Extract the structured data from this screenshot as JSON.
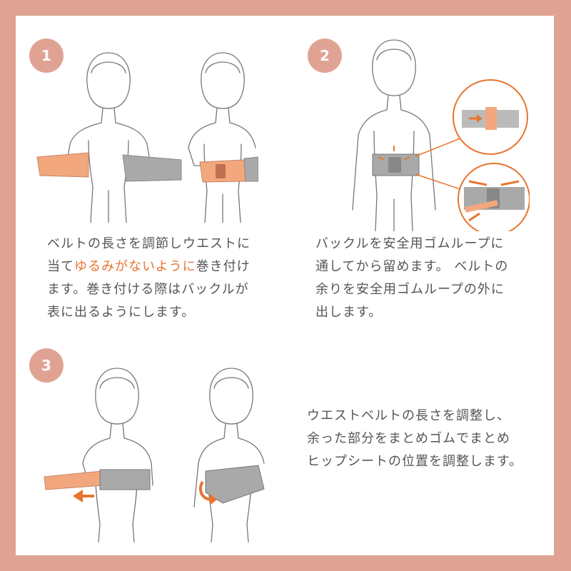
{
  "colors": {
    "background": "#e0a393",
    "accent": "#e8742f",
    "belt_orange": "#f2a77d",
    "belt_gray": "#a9a9a9",
    "text": "#555555"
  },
  "steps": [
    {
      "number": "1",
      "lines": [
        {
          "parts": [
            {
              "text": "ベルトの長さを調節しウエストに"
            }
          ]
        },
        {
          "parts": [
            {
              "text": "当て"
            },
            {
              "text": "ゆるみがないように",
              "highlight": true
            },
            {
              "text": "巻き付け"
            }
          ]
        },
        {
          "parts": [
            {
              "text": "ます。巻き付ける際はバックルが"
            }
          ]
        },
        {
          "parts": [
            {
              "text": "表に出るようにします。"
            }
          ]
        }
      ]
    },
    {
      "number": "2",
      "lines": [
        {
          "parts": [
            {
              "text": "バックルを安全用ゴムループに"
            }
          ]
        },
        {
          "parts": [
            {
              "text": "通してから留めます。 ベルトの"
            }
          ]
        },
        {
          "parts": [
            {
              "text": "余りを安全用ゴムループの外に"
            }
          ]
        },
        {
          "parts": [
            {
              "text": "出します。"
            }
          ]
        }
      ]
    },
    {
      "number": "3",
      "lines": [
        {
          "parts": [
            {
              "text": "ウエストベルトの長さを調整し、"
            }
          ]
        },
        {
          "parts": [
            {
              "text": "余った部分をまとめゴムでまとめ"
            }
          ]
        },
        {
          "parts": [
            {
              "text": "ヒップシートの位置を調整します。"
            }
          ]
        }
      ]
    }
  ]
}
